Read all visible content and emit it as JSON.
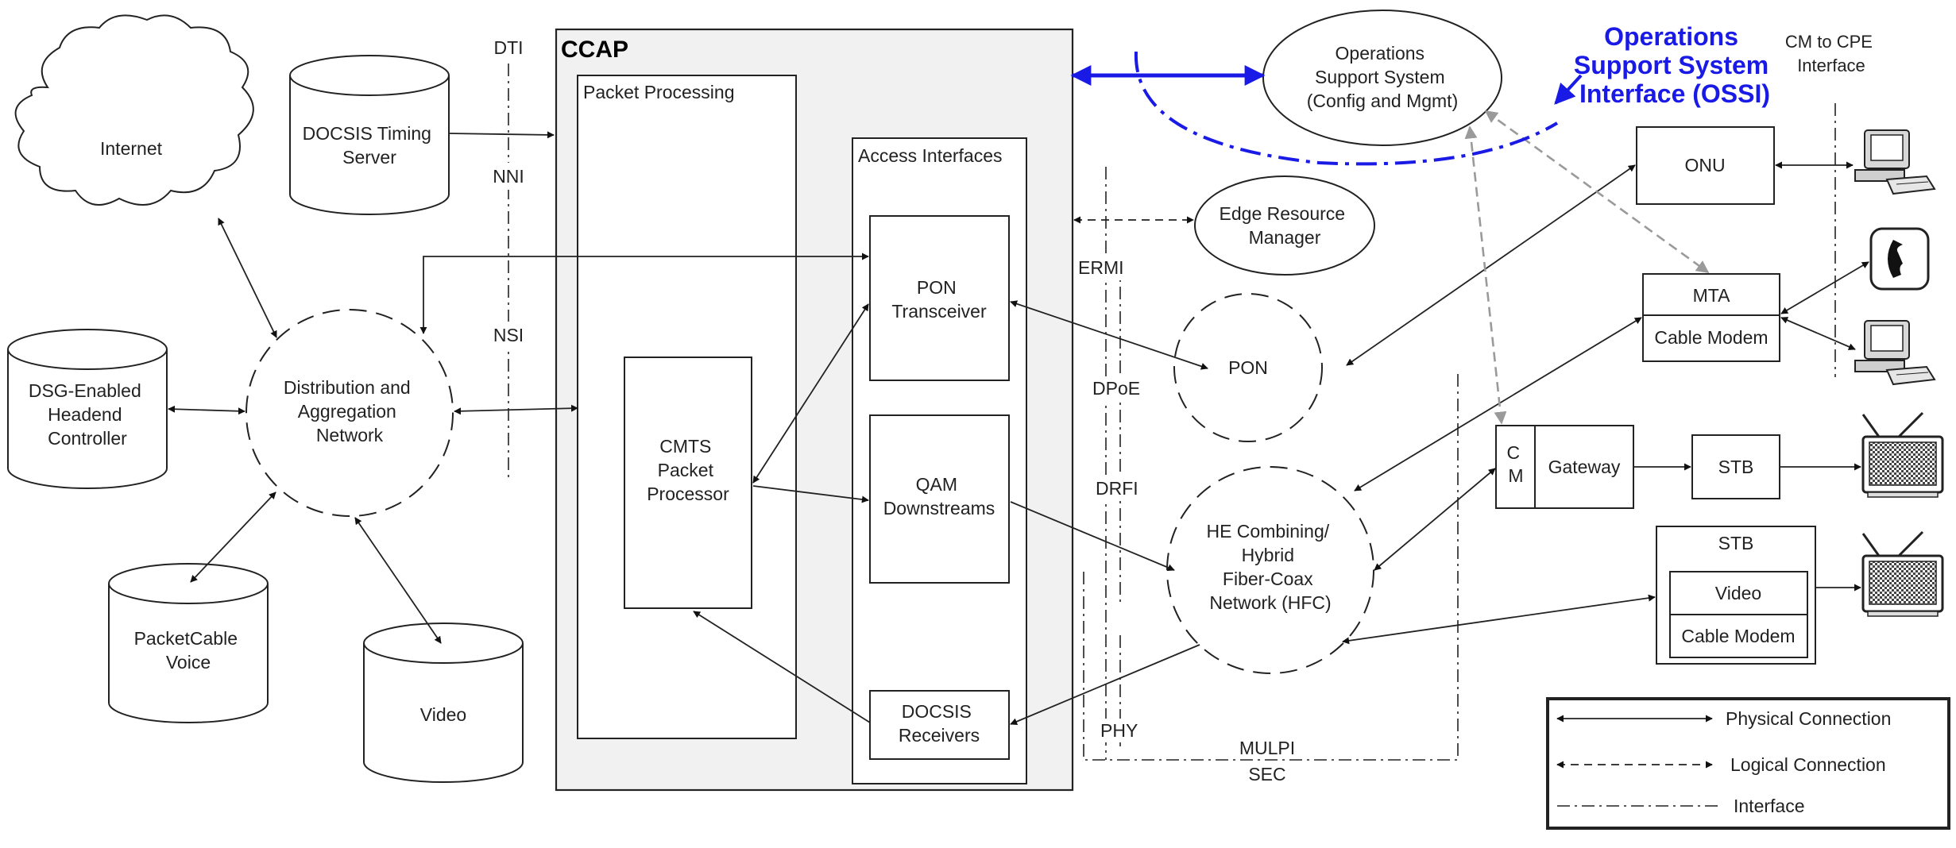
{
  "ccap": {
    "title": "CCAP",
    "packet_processing": "Packet Processing",
    "access_interfaces": "Access Interfaces",
    "cmts": [
      "CMTS",
      "Packet",
      "Processor"
    ],
    "pon_transceiver": [
      "PON",
      "Transceiver"
    ],
    "qam_downstreams": [
      "QAM",
      "Downstreams"
    ],
    "docsis_receivers": [
      "DOCSIS",
      "Receivers"
    ]
  },
  "nodes": {
    "internet": "Internet",
    "docsis_timing_server": [
      "DOCSIS Timing",
      "Server"
    ],
    "dsg_controller": [
      "DSG-Enabled",
      "Headend",
      "Controller"
    ],
    "distribution_network": [
      "Distribution and",
      "Aggregation",
      "Network"
    ],
    "packetcable_voice": [
      "PacketCable",
      "Voice"
    ],
    "video": "Video",
    "oss": [
      "Operations",
      "Support System",
      "(Config and Mgmt)"
    ],
    "edge_resource_manager": [
      "Edge Resource",
      "Manager"
    ],
    "pon": "PON",
    "hfc": [
      "HE Combining/",
      "Hybrid",
      "Fiber-Coax",
      "Network (HFC)"
    ],
    "onu": "ONU",
    "mta": "MTA",
    "cable_modem_mta": "Cable Modem",
    "cm": [
      "C",
      "M"
    ],
    "gateway": "Gateway",
    "stb": "STB",
    "stb_group": "STB",
    "stb_video": "Video",
    "stb_cable_modem": "Cable Modem"
  },
  "interfaces": {
    "dti": "DTI",
    "nni": "NNI",
    "nsi": "NSI",
    "ermi": "ERMI",
    "dpoe": "DPoE",
    "drfi": "DRFI",
    "phy": "PHY",
    "mulpi": "MULPI",
    "sec": "SEC",
    "cm_cpe": [
      "CM to  CPE",
      "Interface"
    ],
    "ossi": [
      "Operations",
      "Support System",
      "Interface (OSSI)"
    ]
  },
  "legend": {
    "physical": "Physical Connection",
    "logical": "Logical Connection",
    "interface": "Interface"
  },
  "colors": {
    "ossi_blue": "#1a1ae6",
    "ccap_fill": "#f1f1f1",
    "oss_link_gray": "#9a9a9a"
  },
  "icons": [
    "computer-icon",
    "telephone-icon",
    "computer-icon",
    "television-icon",
    "television-icon"
  ]
}
